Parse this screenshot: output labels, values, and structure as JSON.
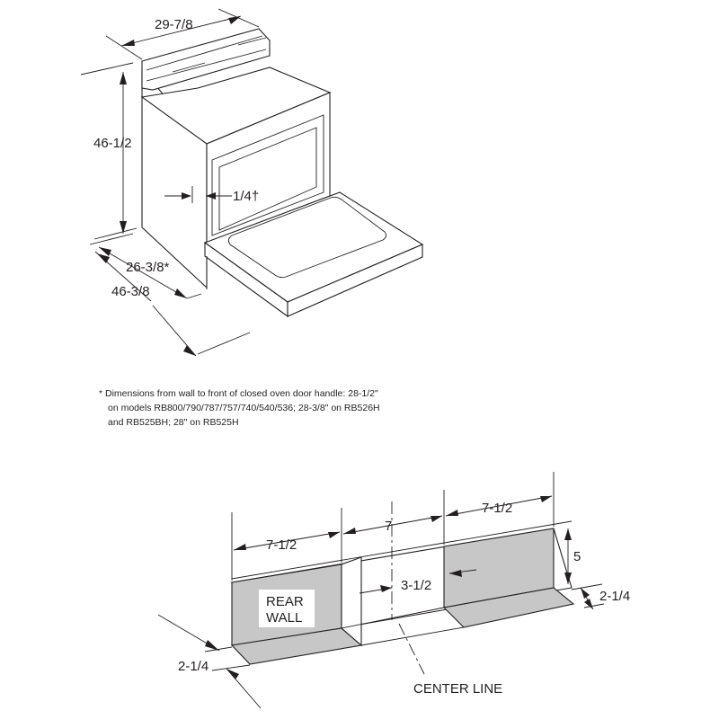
{
  "range": {
    "width_dim": "29-7/8",
    "height_dim": "46-1/2",
    "door_gap_dim": "1/4†",
    "depth_closed_dim": "26-3/8*",
    "depth_open_dim": "46-3/8"
  },
  "footnote": {
    "lines": [
      "* Dimensions from wall to front of closed oven door handle: 28-1/2\"",
      "on models RB800/790/787/757/740/540/536; 28-3/8\" on RB526H",
      "and RB525BH; 28\" on RB525H"
    ]
  },
  "clearance": {
    "left_width": "7-1/2",
    "center_width": "7",
    "right_width": "7-1/2",
    "height": "5",
    "depth_right": "2-1/4",
    "depth_left": "2-1/4",
    "inner_gap": "3-1/2",
    "rear_wall_line1": "REAR",
    "rear_wall_line2": "WALL",
    "center_line": "CENTER LINE"
  }
}
